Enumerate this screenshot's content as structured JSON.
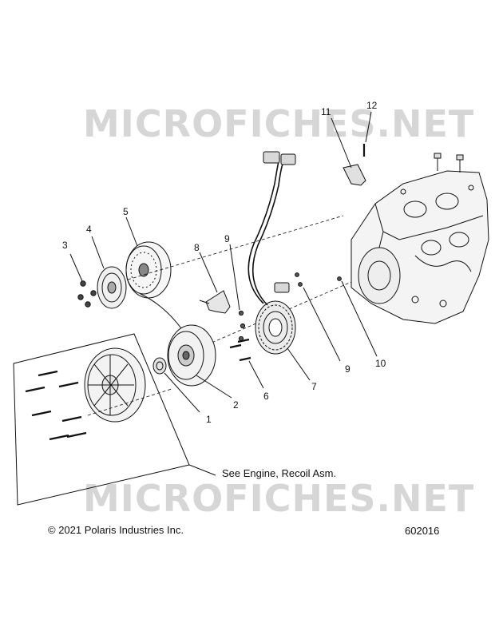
{
  "watermark": {
    "text": "MICROFICHES.NET",
    "color": "#d6d6d6"
  },
  "callouts": [
    {
      "id": "1",
      "label": "1"
    },
    {
      "id": "2",
      "label": "2"
    },
    {
      "id": "3",
      "label": "3"
    },
    {
      "id": "4",
      "label": "4"
    },
    {
      "id": "5",
      "label": "5"
    },
    {
      "id": "6",
      "label": "6"
    },
    {
      "id": "7",
      "label": "7"
    },
    {
      "id": "8",
      "label": "8"
    },
    {
      "id": "9a",
      "label": "9"
    },
    {
      "id": "9b",
      "label": "9"
    },
    {
      "id": "10",
      "label": "10"
    },
    {
      "id": "11",
      "label": "11"
    },
    {
      "id": "12",
      "label": "12"
    }
  ],
  "note": "See Engine, Recoil Asm.",
  "copyright": "© 2021 Polaris Industries Inc.",
  "figure_number": "602016",
  "line_color": "#111111"
}
